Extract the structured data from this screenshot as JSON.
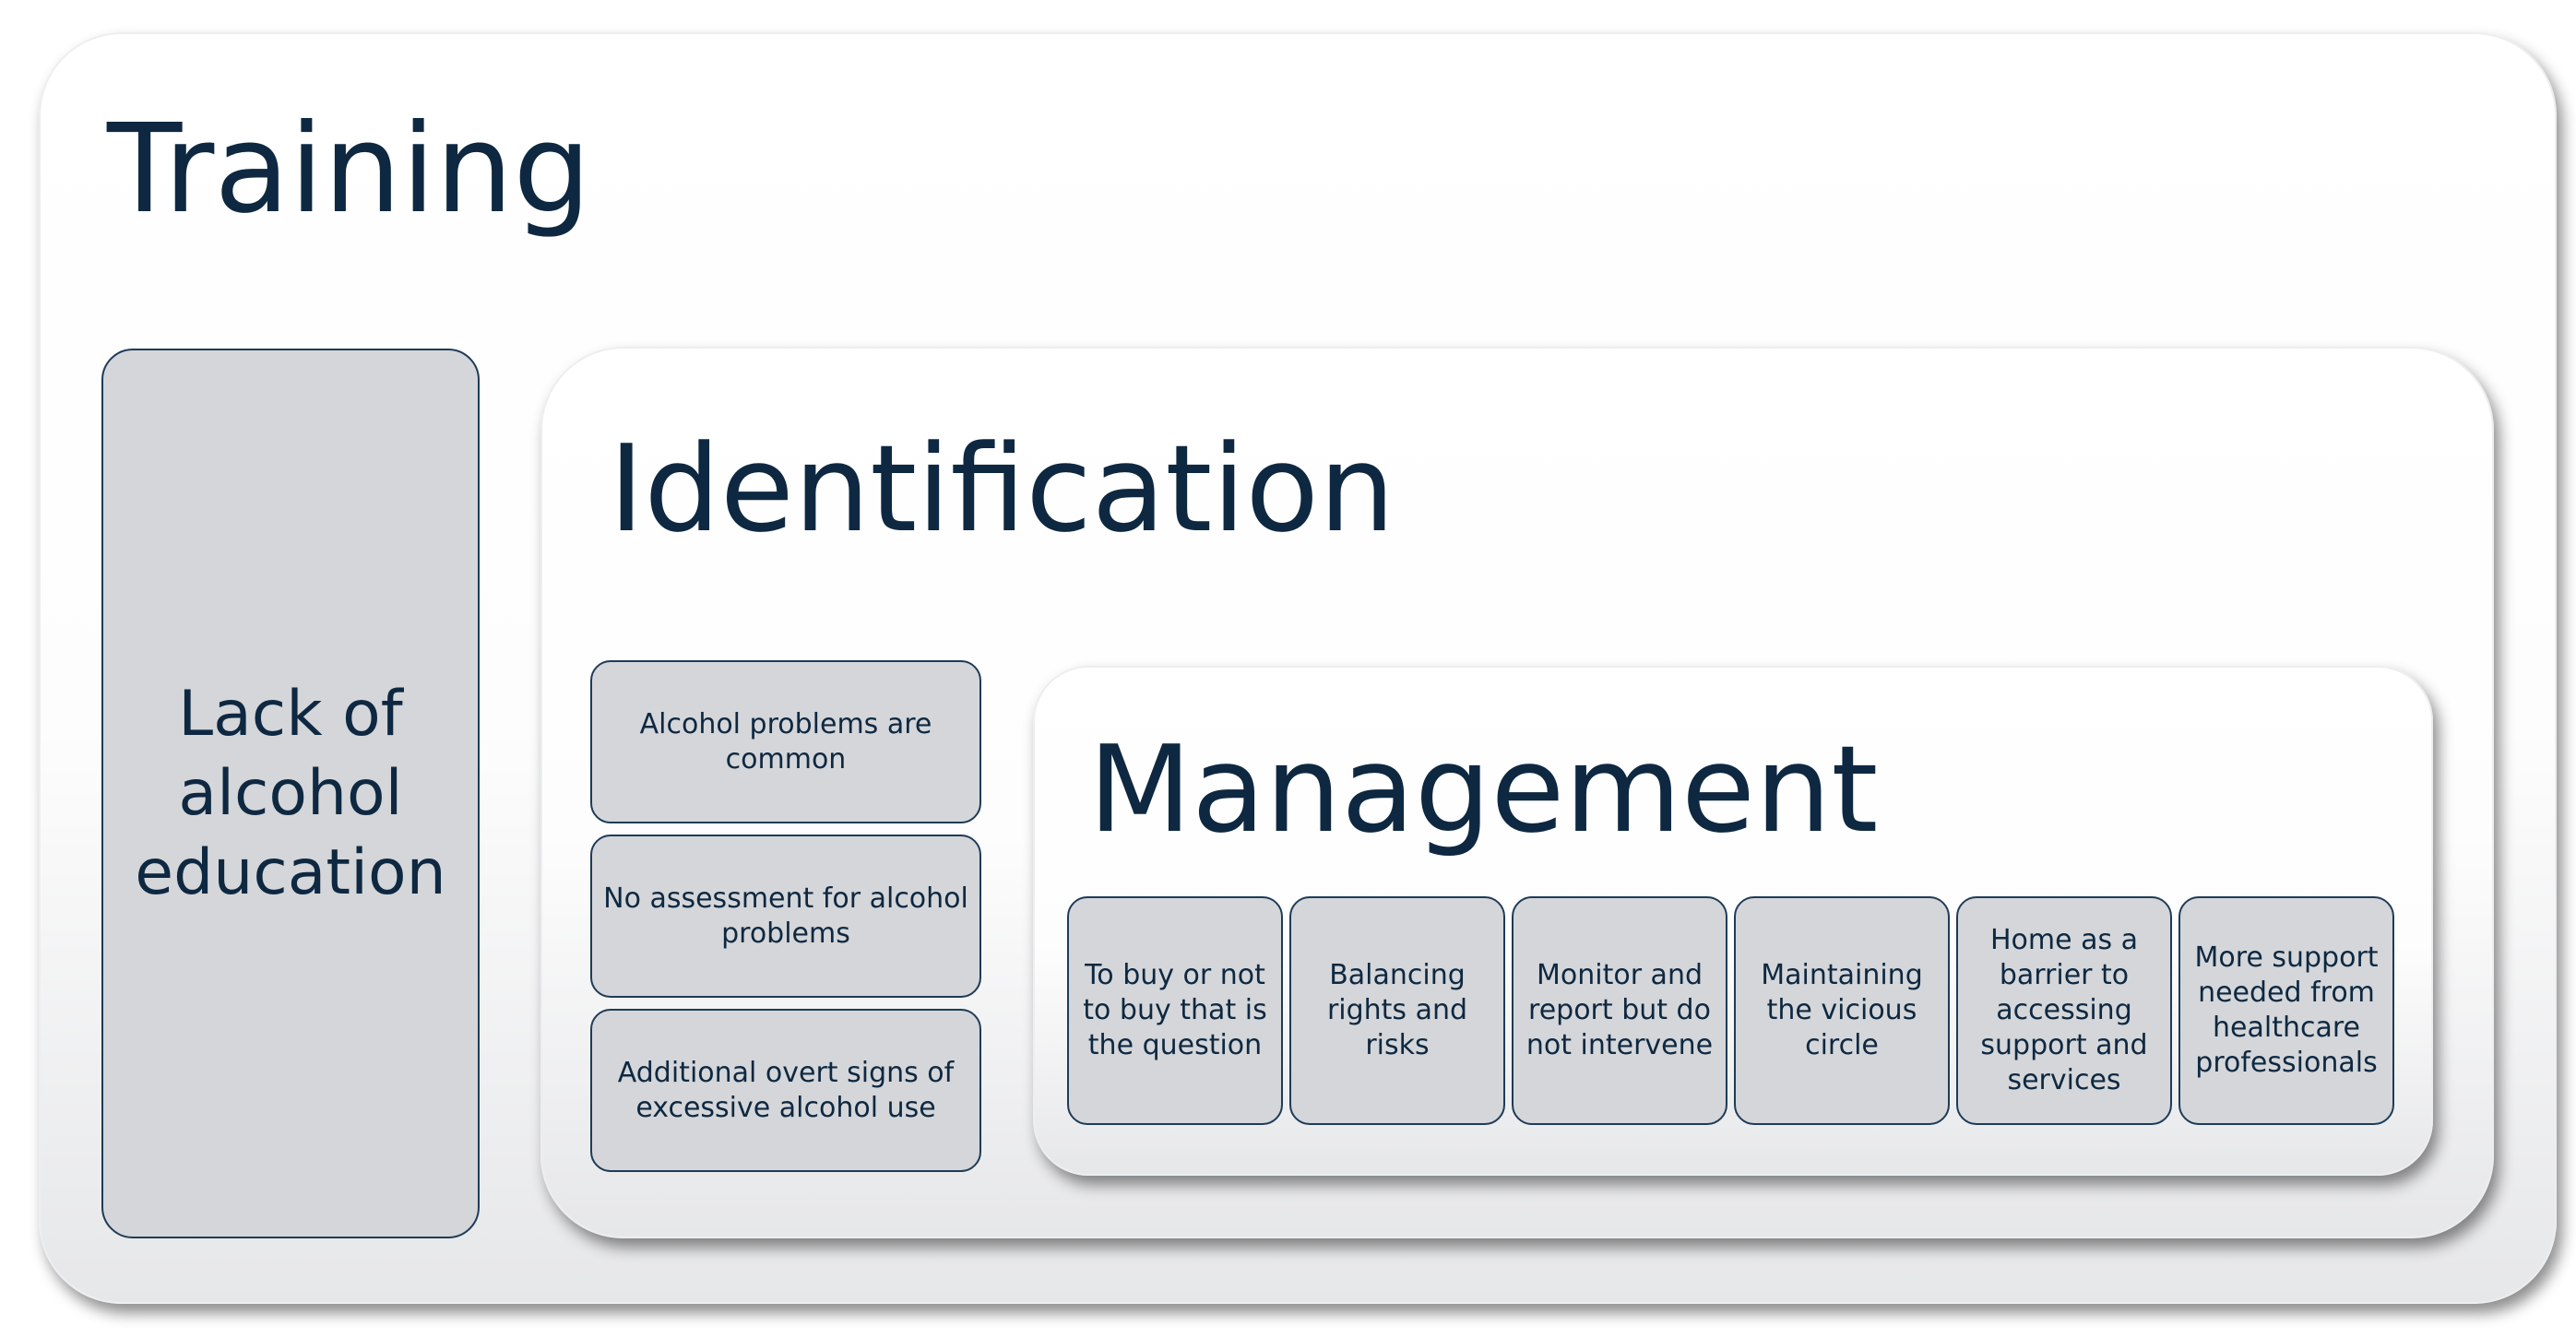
{
  "training": {
    "title": "Training",
    "lack_box": [
      "Lack of",
      "alcohol",
      "education"
    ]
  },
  "identification": {
    "title": "Identification",
    "boxes": [
      [
        "Alcohol problems are",
        "common"
      ],
      [
        "No assessment for alcohol",
        "problems"
      ],
      [
        "Additional overt signs of",
        "excessive alcohol use"
      ]
    ]
  },
  "management": {
    "title": "Management",
    "boxes": [
      [
        "To buy or not",
        "to buy that is",
        "the question"
      ],
      [
        "Balancing",
        "rights and",
        "risks"
      ],
      [
        "Monitor and",
        "report but do",
        "not intervene"
      ],
      [
        "Maintaining",
        "the vicious",
        "circle"
      ],
      [
        "Home as a",
        "barrier to",
        "accessing",
        "support and",
        "services"
      ],
      [
        "More support",
        "needed from",
        "healthcare",
        "professionals"
      ]
    ]
  },
  "colors": {
    "text": "#0e2841",
    "box_fill": "#d4d6d9",
    "box_border": "#1f3b57"
  }
}
